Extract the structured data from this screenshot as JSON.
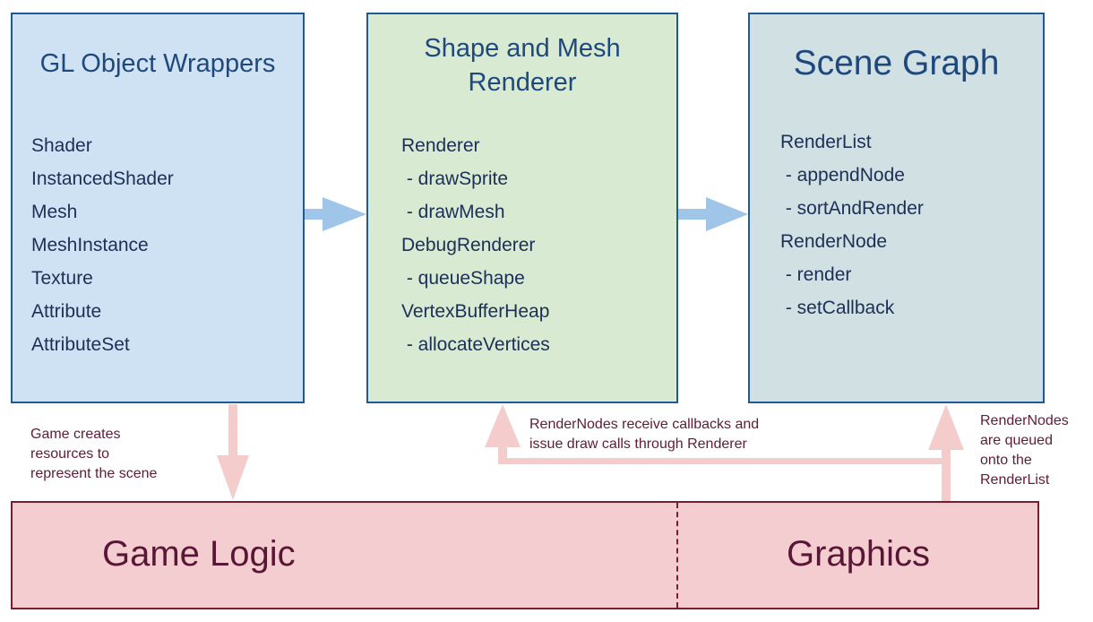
{
  "boxes": {
    "gl_wrappers": {
      "title": "GL Object Wrappers",
      "items": [
        "Shader",
        "InstancedShader",
        "Mesh",
        "MeshInstance",
        "Texture",
        "Attribute",
        "AttributeSet"
      ]
    },
    "renderer": {
      "title_line1": "Shape and Mesh",
      "title_line2": "Renderer",
      "items": [
        "Renderer",
        " - drawSprite",
        " - drawMesh",
        "DebugRenderer",
        " - queueShape",
        "VertexBufferHeap",
        " - allocateVertices"
      ]
    },
    "scene_graph": {
      "title": "Scene Graph",
      "items": [
        "RenderList",
        " - appendNode",
        " - sortAndRender",
        "RenderNode",
        " - render",
        " - setCallback"
      ]
    }
  },
  "notes": {
    "game_creates": [
      "Game creates",
      "resources to",
      "represent the scene"
    ],
    "callbacks": [
      "RenderNodes receive callbacks and",
      "issue draw calls through Renderer"
    ],
    "queued": [
      "RenderNodes",
      "are queued",
      "onto the",
      "RenderList"
    ]
  },
  "bottom": {
    "left_label": "Game Logic",
    "right_label": "Graphics"
  },
  "colors": {
    "box_border": "#1f5a96",
    "gl_fill": "#cfe2f3",
    "renderer_fill": "#d9ead3",
    "scene_fill": "#d0e0e3",
    "blue_arrow": "#9fc5e8",
    "pink_arrow": "#f4cccc",
    "bar_fill": "#f3cdd0",
    "bar_border": "#7a1e2d"
  }
}
